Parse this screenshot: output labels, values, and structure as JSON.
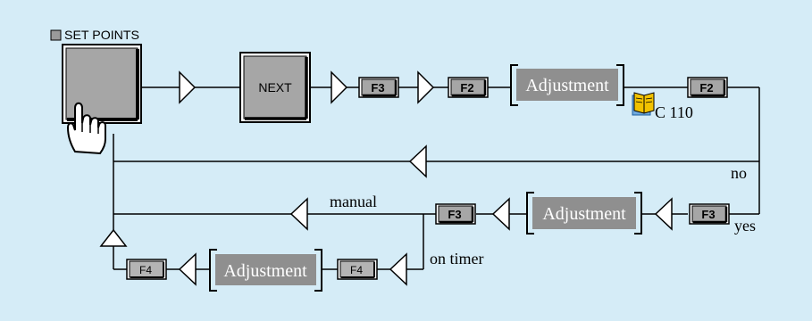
{
  "header": {
    "title": "SET POINTS"
  },
  "buttons": {
    "next": "NEXT",
    "f3": "F3",
    "f2": "F2",
    "f4": "F4",
    "adjustment": "Adjustment"
  },
  "reference": {
    "text": "C 110",
    "icon": "manual-book-icon"
  },
  "branches": {
    "no": "no",
    "yes": "yes",
    "manual": "manual",
    "on_timer": "on timer"
  },
  "colors": {
    "background": "#d5ecf7",
    "key_face": "#a6a6a6",
    "adjustment_fill": "#8f8f8f",
    "line": "#000000"
  }
}
